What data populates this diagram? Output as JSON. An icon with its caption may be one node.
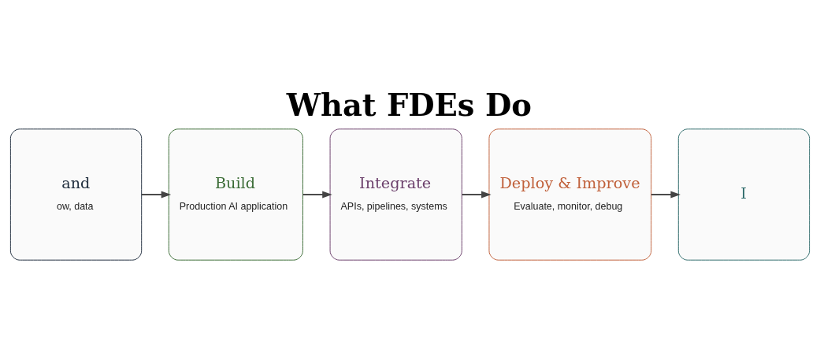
{
  "diagram": {
    "title": "What FDEs Do",
    "nodes": [
      {
        "text": [
          "and",
          "ow, data"
        ]
      },
      {
        "text": [
          "Build",
          "Production AI application"
        ]
      },
      {
        "text": [
          "Integrate",
          "APIs, pipelines, systems"
        ]
      },
      {
        "text": [
          "Deploy & Improve",
          "Evaluate, monitor, debug"
        ]
      },
      {
        "text": [
          "I"
        ]
      }
    ],
    "edges": [
      {
        "from": 0,
        "to": 1,
        "arrow": "to"
      },
      {
        "from": 1,
        "to": 2,
        "arrow": "to"
      },
      {
        "from": 2,
        "to": 3,
        "arrow": "to"
      },
      {
        "from": 3,
        "to": 4,
        "arrow": "to"
      }
    ]
  }
}
